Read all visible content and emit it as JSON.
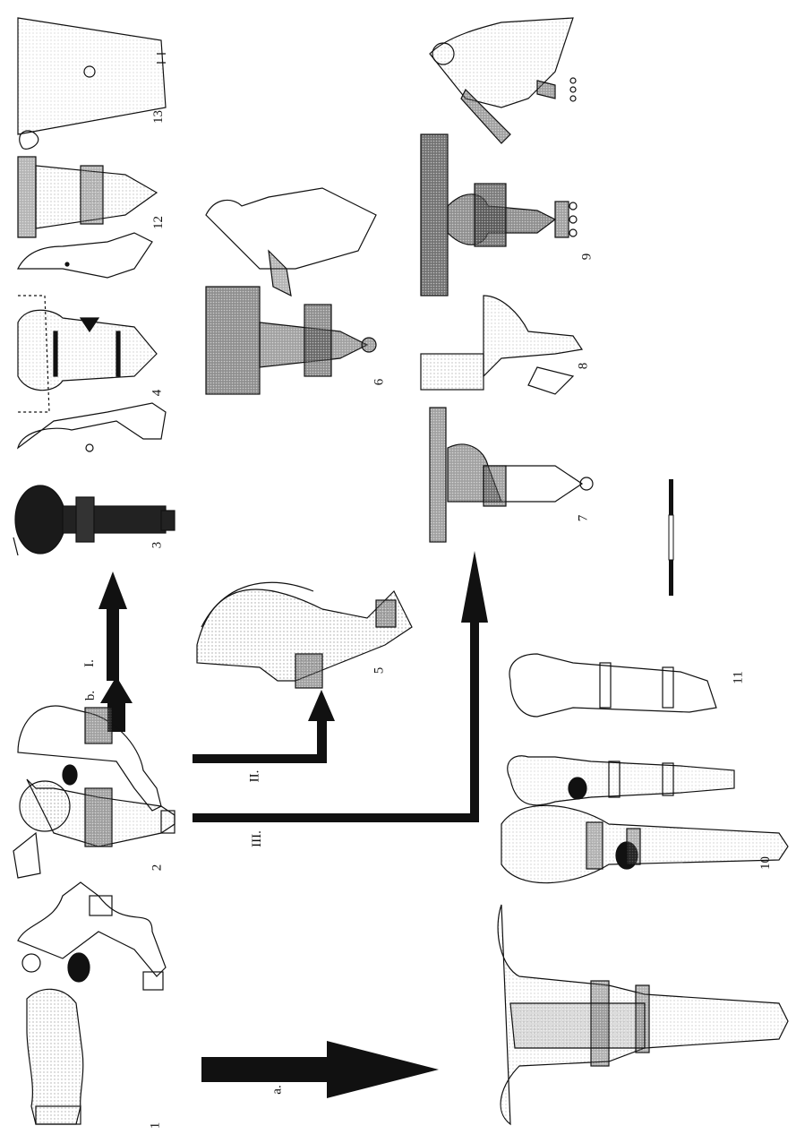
{
  "figure_labels": {
    "f1": "1",
    "f2": "2",
    "f3": "3",
    "f4": "4",
    "f5": "5",
    "f6": "6",
    "f7": "7",
    "f8": "8",
    "f9": "9",
    "f10": "10",
    "f11": "11",
    "f12": "12",
    "f13": "13"
  },
  "arrow_labels": {
    "a": "a.",
    "b": "b.",
    "I": "I.",
    "II": "II.",
    "III": "III."
  },
  "colors": {
    "ink": "#111111",
    "shade": "#555555",
    "paper": "#ffffff"
  }
}
